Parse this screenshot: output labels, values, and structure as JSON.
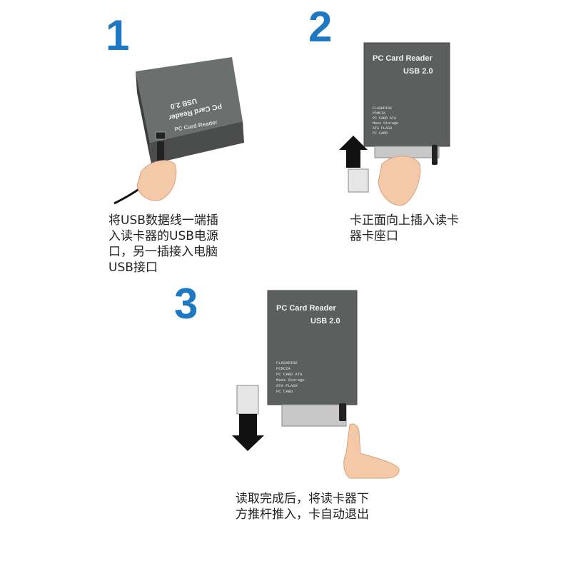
{
  "steps": [
    {
      "number": "1",
      "caption": "将USB数据线一端插\n入读卡器的USB电源\n口，另一插接入电脑\nUSB接口",
      "device": {
        "title": "PC Card Reader",
        "subtitle": "USB 2.0"
      }
    },
    {
      "number": "2",
      "caption": "卡正面向上插入读卡\n器卡座口",
      "device": {
        "title": "PC Card Reader",
        "subtitle": "USB 2.0",
        "formats": [
          "FLASHDISK",
          "PCMCIA",
          "PC CARD ATA",
          "Mass Storage",
          "ATA FLASH",
          "PC CARD"
        ]
      }
    },
    {
      "number": "3",
      "caption": "读取完成后，将读卡器下\n方推杆推入，卡自动退出",
      "device": {
        "title": "PC Card Reader",
        "subtitle": "USB 2.0",
        "formats": [
          "FLASHDISK",
          "PCMCIA",
          "PC CARD ATA",
          "Mass Storage",
          "ATA FLASH",
          "PC CARD"
        ]
      }
    }
  ],
  "colors": {
    "step_number": "#1e78c2",
    "device_body": "#5b5f5e",
    "arrow": "#111111"
  }
}
